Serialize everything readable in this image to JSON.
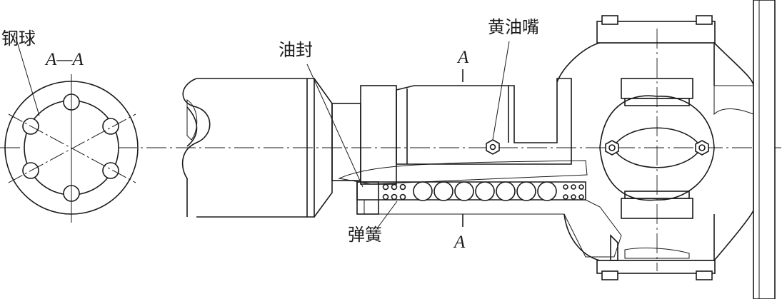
{
  "labels": {
    "steel_ball": "钢球",
    "section": "A—A",
    "oil_seal": "油封",
    "grease_nipple": "黄油嘴",
    "section_mark_top": "A",
    "section_mark_bottom": "A",
    "spring": "弹簧"
  }
}
